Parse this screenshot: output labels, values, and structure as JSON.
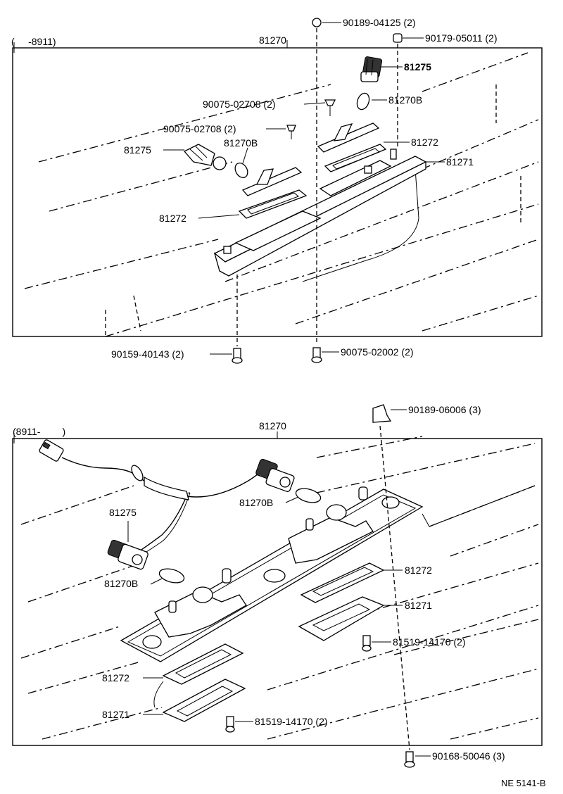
{
  "diagram_code": "NE 5141-B",
  "upper": {
    "range": "(     -8911)",
    "assembly": "81270",
    "labels": {
      "screw_top": "90189-04125 (2)",
      "screw_top2": "90179-05011 (2)",
      "socket_right": "81275",
      "bulb_right": "81270B",
      "screw_a": "90075-02708 (2)",
      "screw_b": "90075-02708 (2)",
      "socket_left": "81275",
      "bulb_left": "81270B",
      "lens_right": "81272",
      "housing": "81271",
      "lens_left": "81272",
      "bolt_left": "90159-40143 (2)",
      "bolt_right": "90075-02002 (2)"
    }
  },
  "lower": {
    "range": "(8911-        )",
    "assembly": "81270",
    "labels": {
      "clip_top": "90189-06006 (3)",
      "socket": "81275",
      "bulb_upper": "81270B",
      "bulb_lower": "81270B",
      "lens_right": "81272",
      "housing_right": "81271",
      "screw_right": "81519-14170 (2)",
      "lens_left": "81272",
      "housing_left": "81271",
      "screw_left": "81519-14170 (2)",
      "bolt_bottom": "90168-50046 (3)"
    }
  }
}
